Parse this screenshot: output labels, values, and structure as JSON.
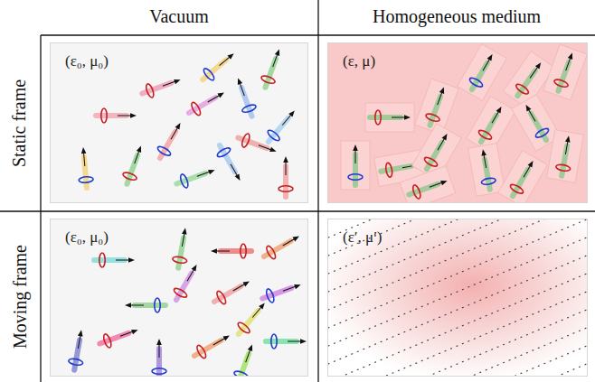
{
  "diagram": {
    "nodes": [
      {
        "text": [
          "(ε₀, μ₀)"
        ]
      },
      {
        "text": [
          "(ε, μ)"
        ]
      },
      {
        "text": [
          "(ε₀, μ₀)"
        ]
      },
      {
        "text": [
          "(ε′, μ′)"
        ]
      }
    ],
    "labels": [
      "Vacuum",
      "Homogeneous medium",
      "Static frame",
      "Moving frame"
    ]
  }
}
